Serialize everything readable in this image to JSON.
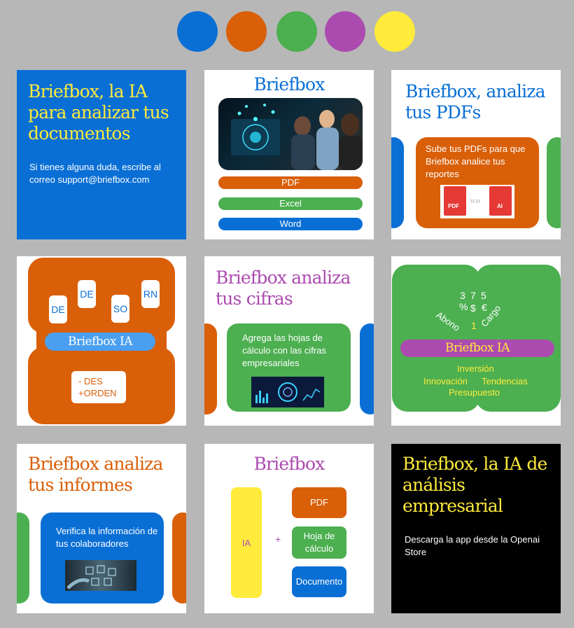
{
  "palette": {
    "blue": "#0a6fd5",
    "orange": "#d95f09",
    "green": "#4caf50",
    "purple": "#ac4baf",
    "yellow": "#ffeb3b",
    "black": "#000000"
  },
  "cards": {
    "c1": {
      "title": "Briefbox, la IA para analizar tus documentos",
      "body": "Si tienes alguna duda, escribe al correo support@briefbox.com"
    },
    "c2": {
      "title": "Briefbox",
      "pills": [
        "PDF",
        "Excel",
        "Word"
      ]
    },
    "c3": {
      "title": "Briefbox, analiza tus PDFs",
      "body": "Sube tus PDFs para que Briefbox analice tus reportes",
      "pdf_label": "PDF",
      "ai_label": "AI"
    },
    "c4": {
      "chips": [
        "DE",
        "DE",
        "SO",
        "RN"
      ],
      "bar": "Briefbox IA",
      "note": "- DES +ORDEN"
    },
    "c5": {
      "title": "Briefbox analiza tus cifras",
      "body": "Agrega las hojas de cálculo con las cifras empresariales"
    },
    "c6": {
      "symbols": [
        "3",
        "7",
        "5",
        "%",
        "$",
        "€",
        "Abono",
        "1",
        "Cargo"
      ],
      "bar": "Briefbox IA",
      "words": [
        "Inversión",
        "Innovación",
        "Tendencias",
        "Presupuesto"
      ]
    },
    "c7": {
      "title": "Briefbox analiza tus informes",
      "body": "Verifica la información de tus colaboradores"
    },
    "c8": {
      "title": "Briefbox",
      "ia": "IA",
      "plus": "+",
      "buttons": [
        "PDF",
        "Hoja de cálculo",
        "Documento"
      ]
    },
    "c9": {
      "title": "Briefbox, la IA de análisis empresarial",
      "body": "Descarga la app desde la Openai Store"
    }
  }
}
